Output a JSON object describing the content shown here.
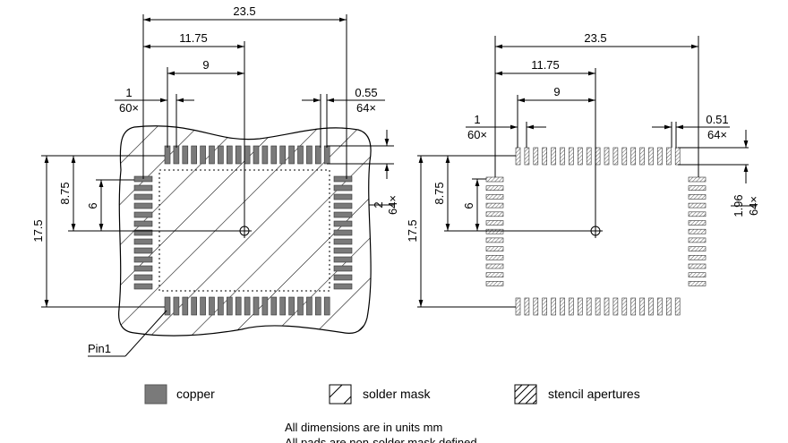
{
  "views": {
    "left": {
      "dims": {
        "total_width": "23.5",
        "half_width": "11.75",
        "inner": "9",
        "pitch": "1",
        "pitch_count": "60×",
        "pad_width": "0.55",
        "pad_width_count": "64×",
        "pad_length": "2",
        "pad_length_count": "64×",
        "total_height": "17.5",
        "half_height": "8.75",
        "inner_height": "6"
      },
      "pin1_label": "Pin1"
    },
    "right": {
      "dims": {
        "total_width": "23.5",
        "half_width": "11.75",
        "inner": "9",
        "pitch": "1",
        "pitch_count": "60×",
        "pad_width": "0.51",
        "pad_width_count": "64×",
        "pad_length": "1.96",
        "pad_length_count": "64×",
        "total_height": "17.5",
        "half_height": "8.75",
        "inner_height": "6"
      }
    }
  },
  "pads": {
    "top_bottom_per_row": 19,
    "per_side_column": 13
  },
  "legend": [
    {
      "label": "copper",
      "icon": "copper-swatch",
      "color": "#7a7a7a"
    },
    {
      "label": "solder mask",
      "icon": "solder-mask-swatch"
    },
    {
      "label": "stencil apertures",
      "icon": "stencil-swatch"
    }
  ],
  "notes": [
    "All dimensions are in units mm",
    "All pads are non-solder mask defined"
  ]
}
